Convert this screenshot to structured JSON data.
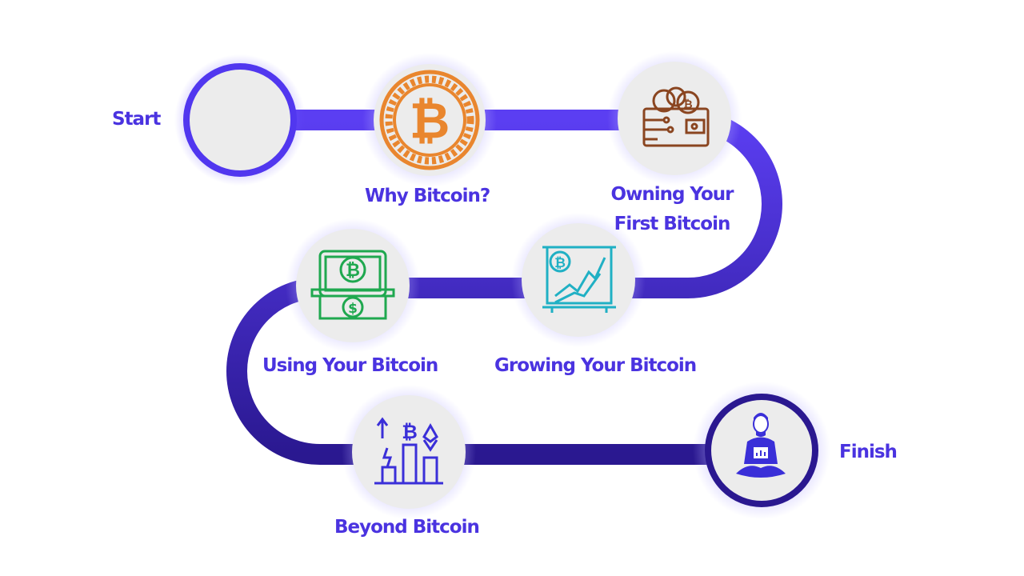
{
  "roadmap": {
    "start_label": "Start",
    "finish_label": "Finish",
    "steps": [
      {
        "label": "Why Bitcoin?",
        "icon": "bitcoin-coin-icon",
        "color": "#e9862e"
      },
      {
        "label_line1": "Owning Your",
        "label_line2": "First Bitcoin",
        "icon": "crypto-wallet-icon",
        "color": "#8a4520"
      },
      {
        "label": "Growing Your Bitcoin",
        "icon": "bitcoin-growth-chart-icon",
        "color": "#20b0c4"
      },
      {
        "label": "Using Your Bitcoin",
        "icon": "bitcoin-cash-payment-icon",
        "color": "#1fa84f"
      },
      {
        "label": "Beyond Bitcoin",
        "icon": "crypto-bar-chart-icon",
        "color": "#3a2fd8"
      }
    ],
    "finish_icon": "meditating-person-icon",
    "colors": {
      "path_start": "#5b3ef2",
      "path_end": "#2a1890",
      "label": "#4a33e0",
      "node_fill": "#ececec"
    }
  }
}
